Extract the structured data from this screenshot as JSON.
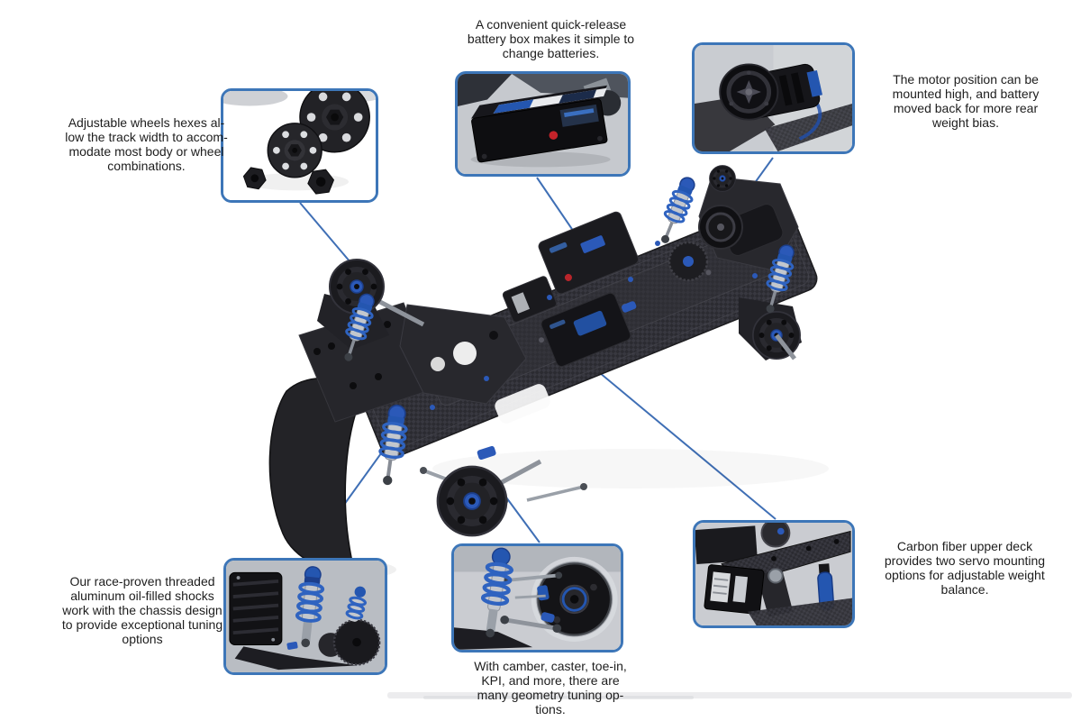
{
  "colors": {
    "callout_border": "#3d76b8",
    "leader_line": "#3f6fb5",
    "caption_text": "#1d1d1d",
    "accent_blue": "#2b59b8"
  },
  "callouts": [
    {
      "id": "wheel-hexes",
      "caption": "Adjustable wheels hexes al-\nlow the track width to accom-\nmodate most body or wheel\ncombinations."
    },
    {
      "id": "battery",
      "caption": "A convenient quick-release\nbattery box makes it simple to\nchange batteries."
    },
    {
      "id": "motor",
      "caption": "The motor position can be\nmounted high, and battery\nmoved back for more rear\nweight bias."
    },
    {
      "id": "shocks",
      "caption": "Our race-proven threaded\naluminum oil-filled shocks\nwork with the chassis design\nto provide exceptional tuning\noptions"
    },
    {
      "id": "geometry",
      "caption": "With camber, caster, toe-in,\nKPI, and more, there are\nmany geometry tuning op-\ntions."
    },
    {
      "id": "servo-deck",
      "caption": "Carbon fiber upper deck\nprovides two servo mounting\noptions for adjustable weight\nbalance."
    }
  ]
}
